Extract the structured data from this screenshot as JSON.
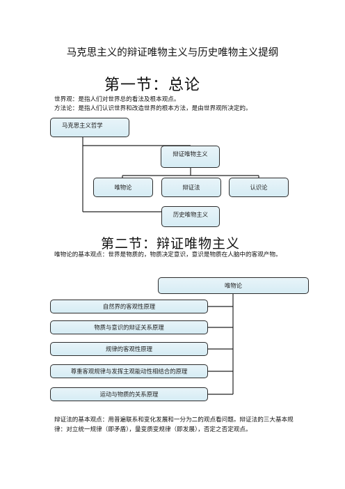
{
  "document": {
    "title": "马克思主义的辩证唯物主义与历史唯物主义提纲",
    "section1": {
      "heading": "第一节：总论",
      "lines": [
        "世界观：是指人们对世界总的看法及根本观点。",
        "方法论：是指人们认识世界和改造世界的根本方法，是由世界观所决定的。"
      ]
    },
    "diagram1": {
      "root": "马克思主义哲学",
      "dialectical": "辩证唯物主义",
      "children": [
        "唯物论",
        "辩证法",
        "认识论"
      ],
      "historical": "历史唯物主义"
    },
    "section2": {
      "heading": "第二节：辩证唯物主义",
      "intro": "唯物论的基本观点：世界是物质的，物质决定意识，意识是物质在人脑中的客观产物。"
    },
    "diagram2": {
      "root": "唯物论",
      "items": [
        "自然界的客观性原理",
        "物质与意识的辩证关系原理",
        "规律的客观性原理",
        "尊重客观规律与发挥主观能动性相结合的原理",
        "运动与物质的关系原理"
      ]
    },
    "closing": [
      "辩证法的基本观点：用普遍联系和变化发展和一分为二的观点看问题。辩证法的三大基本规",
      "律：对立统一规律（即矛盾），量变质变规律（即发展），否定之否定观点。"
    ]
  }
}
